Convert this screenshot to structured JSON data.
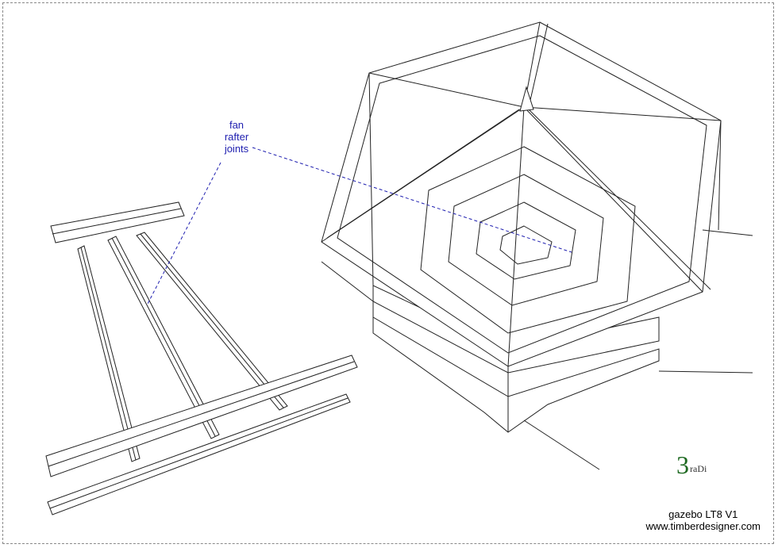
{
  "annotation": {
    "lines": [
      "fan",
      "rafter",
      "joints"
    ],
    "color": "#2020b0"
  },
  "title_block": {
    "model": "gazebo LT8 V1",
    "website": "www.timberdesigner.com"
  },
  "logo": {
    "text": "3raDi",
    "color": "#1f6a22"
  }
}
